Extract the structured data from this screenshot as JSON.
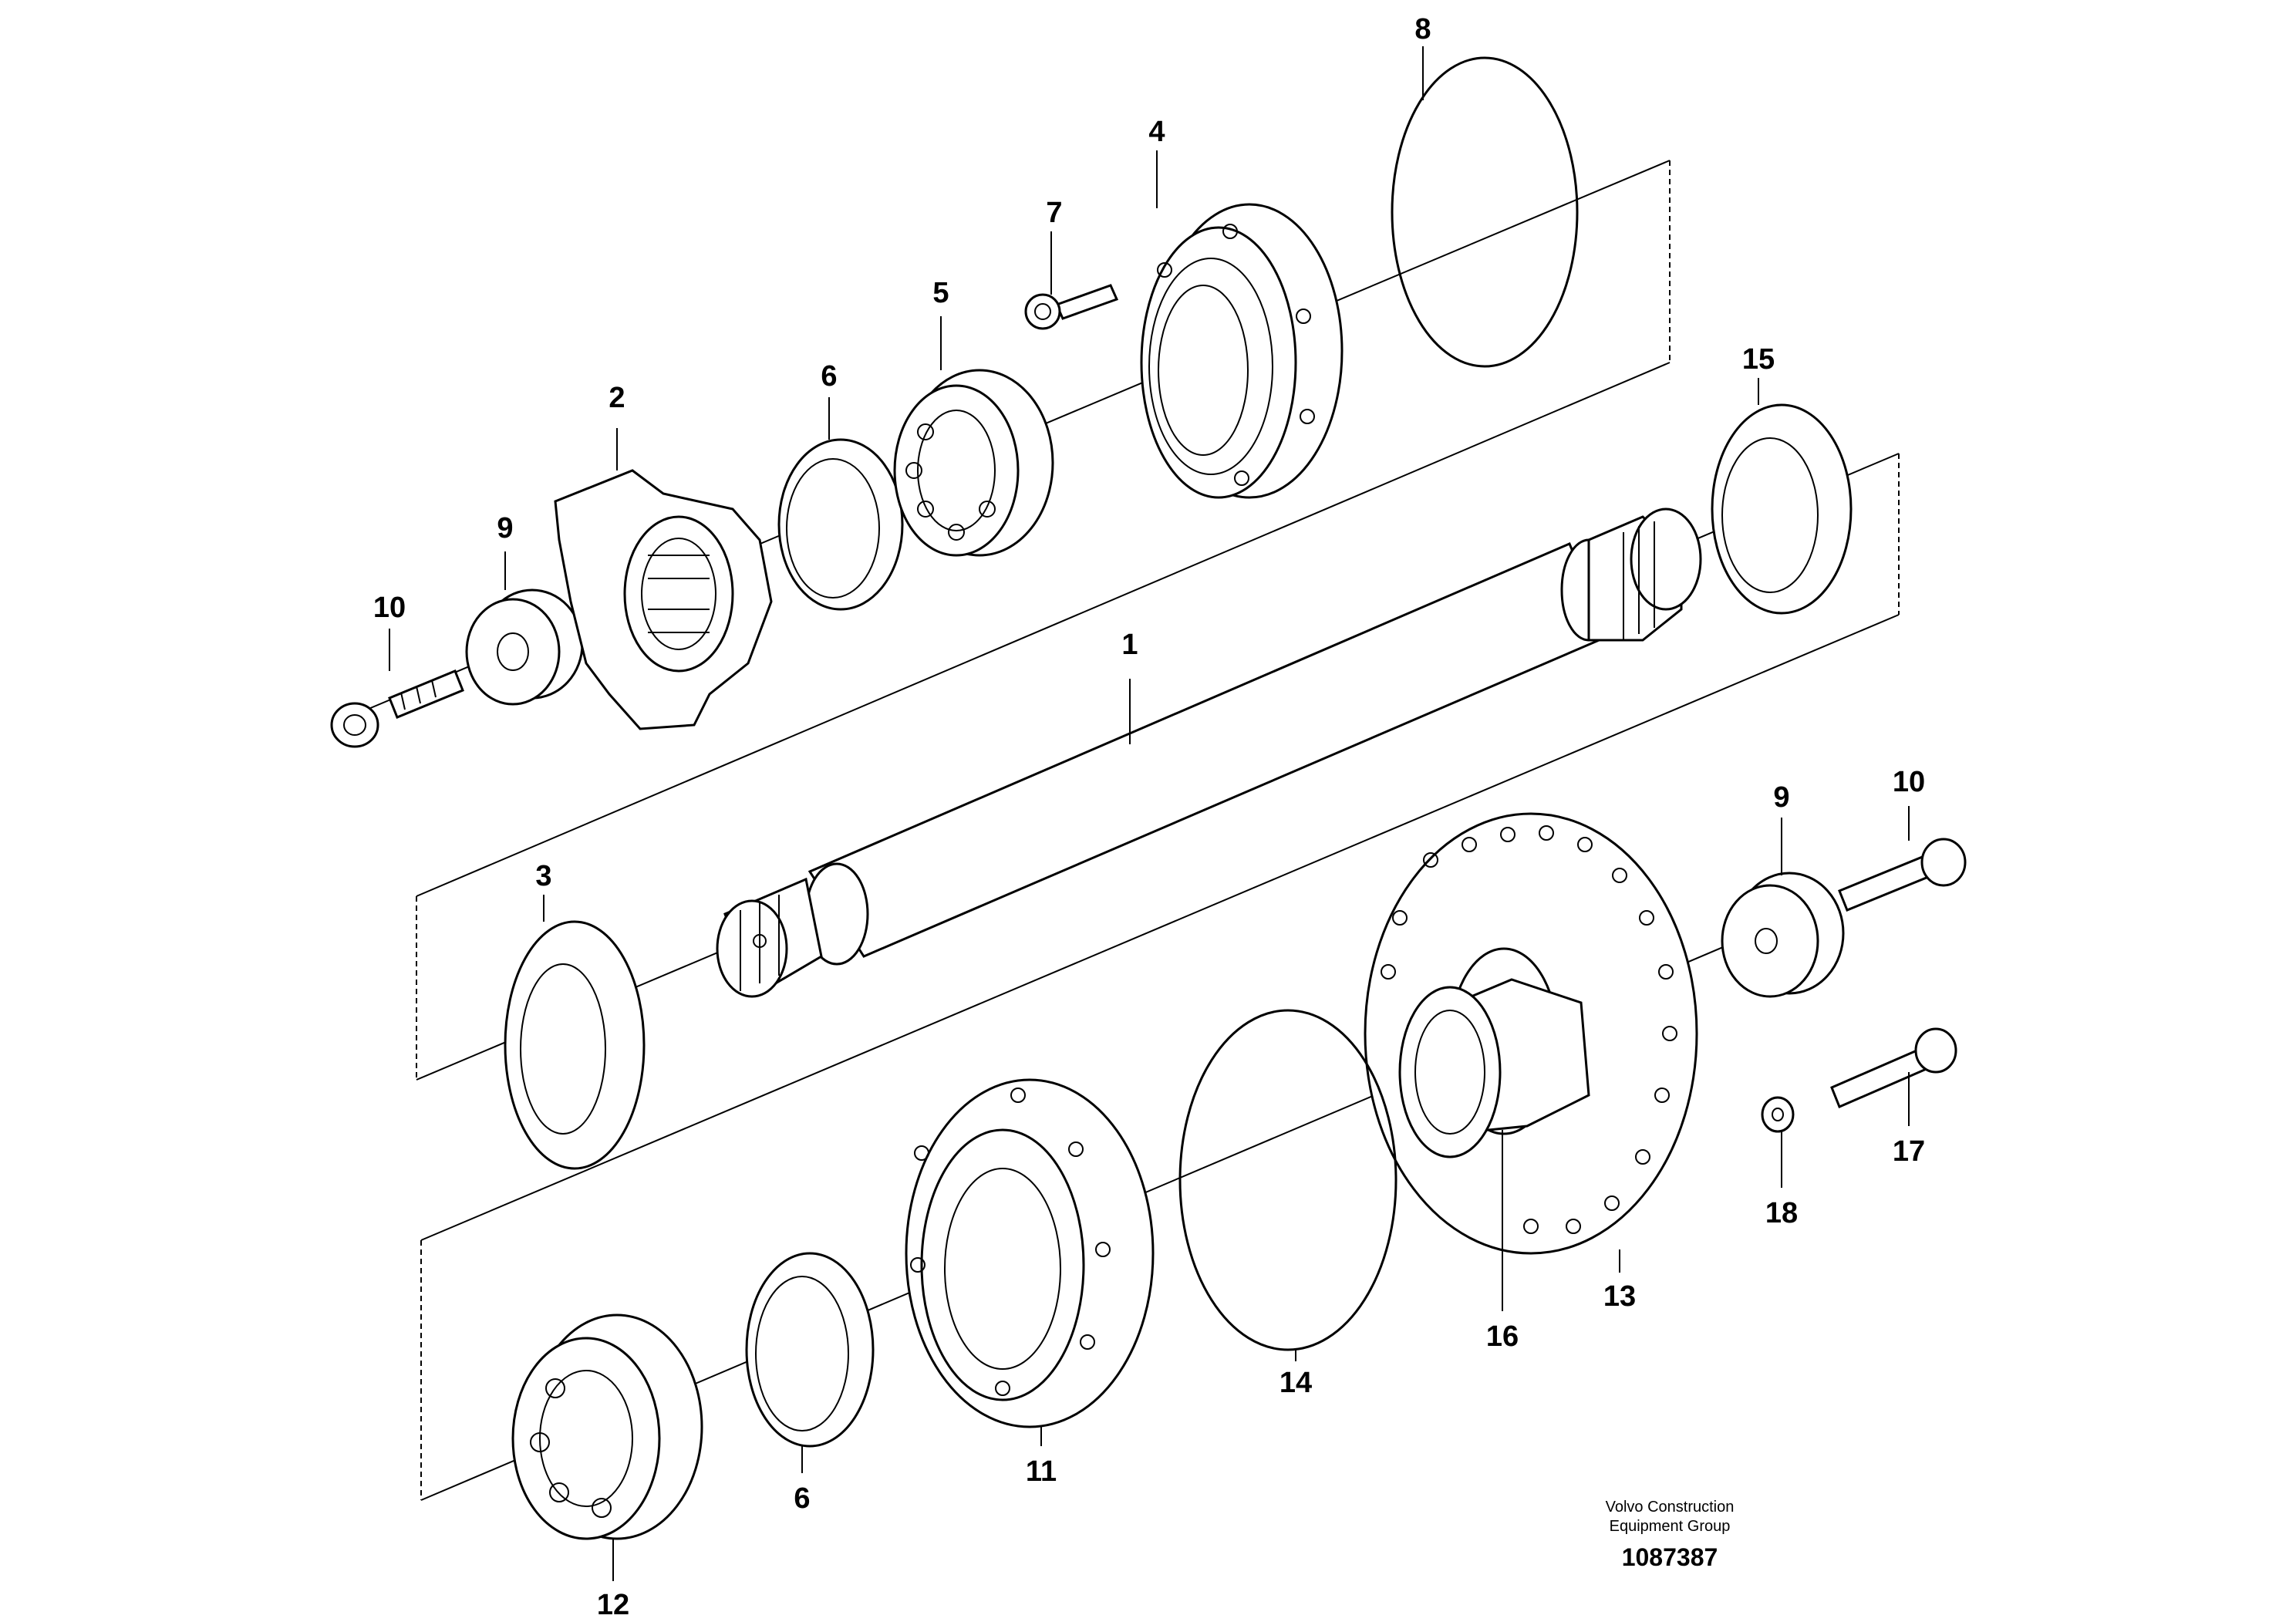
{
  "diagram": {
    "callouts": [
      {
        "id": "c1",
        "label": "1"
      },
      {
        "id": "c2",
        "label": "2"
      },
      {
        "id": "c3",
        "label": "3"
      },
      {
        "id": "c4",
        "label": "4"
      },
      {
        "id": "c5",
        "label": "5"
      },
      {
        "id": "c6a",
        "label": "6"
      },
      {
        "id": "c6b",
        "label": "6"
      },
      {
        "id": "c7",
        "label": "7"
      },
      {
        "id": "c8",
        "label": "8"
      },
      {
        "id": "c9a",
        "label": "9"
      },
      {
        "id": "c9b",
        "label": "9"
      },
      {
        "id": "c10a",
        "label": "10"
      },
      {
        "id": "c10b",
        "label": "10"
      },
      {
        "id": "c11",
        "label": "11"
      },
      {
        "id": "c12",
        "label": "12"
      },
      {
        "id": "c13",
        "label": "13"
      },
      {
        "id": "c14",
        "label": "14"
      },
      {
        "id": "c15",
        "label": "15"
      },
      {
        "id": "c16",
        "label": "16"
      },
      {
        "id": "c17",
        "label": "17"
      },
      {
        "id": "c18",
        "label": "18"
      }
    ]
  },
  "footer": {
    "line1": "Volvo Construction",
    "line2": "Equipment Group",
    "drawing_number": "1087387"
  }
}
